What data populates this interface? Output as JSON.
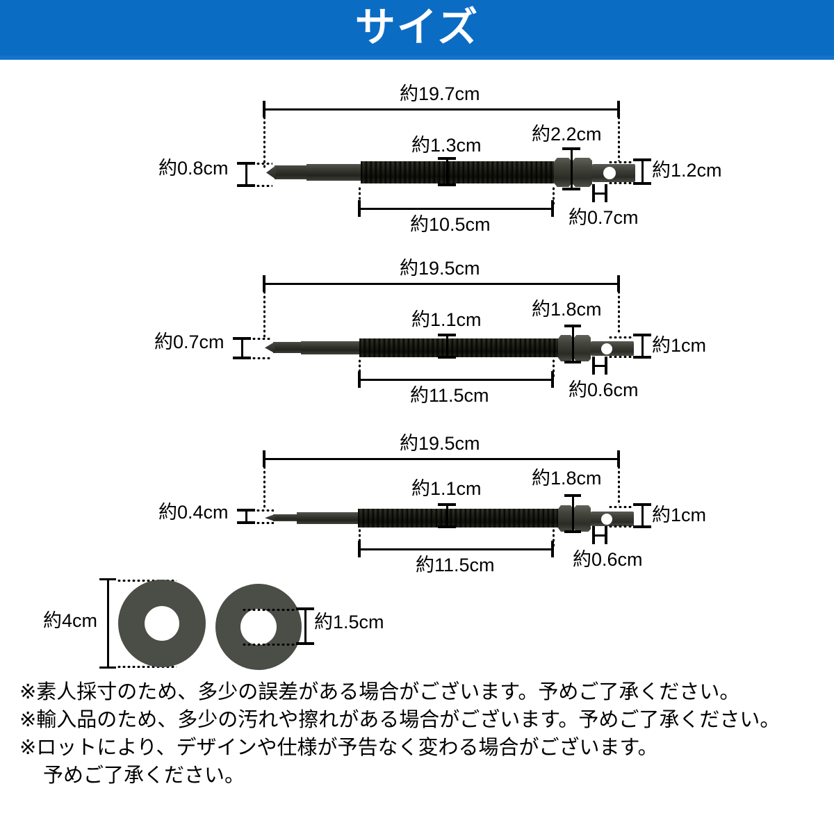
{
  "header": {
    "title": "サイズ",
    "background_color": "#0b6cc4",
    "text_color": "#ffffff"
  },
  "colors": {
    "banner_blue": "#0b6cc4",
    "banner_underline": "#1473cd",
    "metal_dark": "#2e302c",
    "background": "#ffffff",
    "line": "#000000"
  },
  "products": [
    {
      "id": "puller-bolt-1",
      "overall_length": "約19.7cm",
      "tip_diameter": "約0.8cm",
      "thread_diameter": "約1.3cm",
      "nut_width": "約2.2cm",
      "thread_length": "約10.5cm",
      "eye_height": "約1.2cm",
      "eye_hole": "約0.7cm"
    },
    {
      "id": "puller-bolt-2",
      "overall_length": "約19.5cm",
      "tip_diameter": "約0.7cm",
      "thread_diameter": "約1.1cm",
      "nut_width": "約1.8cm",
      "thread_length": "約11.5cm",
      "eye_height": "約1cm",
      "eye_hole": "約0.6cm"
    },
    {
      "id": "puller-bolt-3",
      "overall_length": "約19.5cm",
      "tip_diameter": "約0.4cm",
      "thread_diameter": "約1.1cm",
      "nut_width": "約1.8cm",
      "thread_length": "約11.5cm",
      "eye_height": "約1cm",
      "eye_hole": "約0.6cm"
    }
  ],
  "washers": {
    "outer_diameter": "約4cm",
    "inner_diameter": "約1.5cm"
  },
  "notes": [
    "※素人採寸のため、多少の誤差がある場合がございます。予めご了承ください。",
    "※輸入品のため、多少の汚れや擦れがある場合がございます。予めご了承ください。",
    "※ロットにより、デザインや仕様が予告なく変わる場合がございます。",
    "予めご了承ください。"
  ]
}
